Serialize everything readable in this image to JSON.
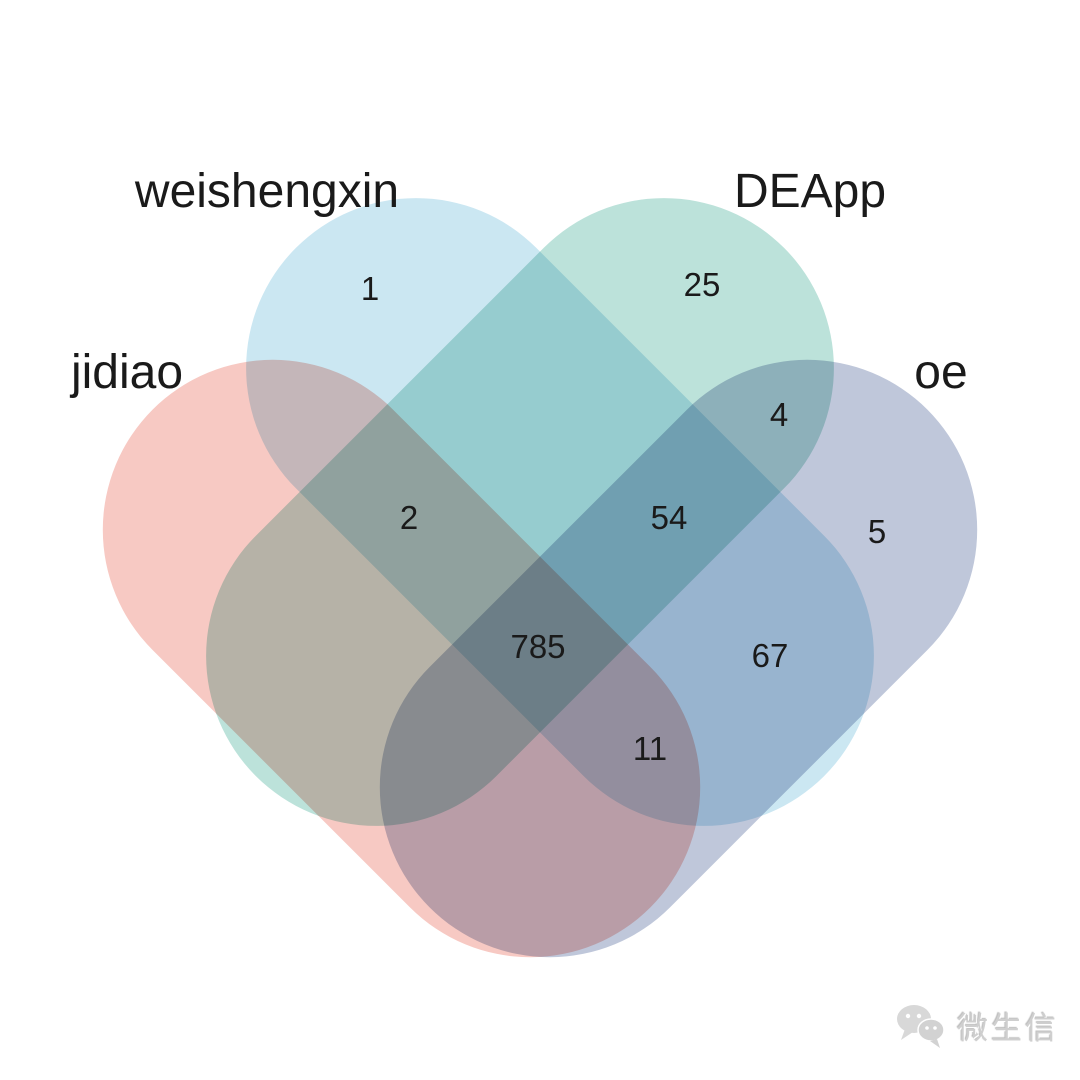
{
  "venn": {
    "background": "#ffffff",
    "label_color": "#1a1a1a",
    "sets": [
      {
        "name": "jidiao",
        "color": "#F7C9C3"
      },
      {
        "name": "weishengxin",
        "color": "#CBE7F2"
      },
      {
        "name": "DEApp",
        "color": "#BCE2DA"
      },
      {
        "name": "oe",
        "color": "#BFC7DA"
      }
    ],
    "regions": [
      {
        "value": "1",
        "sets": [
          "weishengxin"
        ]
      },
      {
        "value": "25",
        "sets": [
          "DEApp"
        ]
      },
      {
        "value": "4",
        "sets": [
          "DEApp",
          "oe"
        ]
      },
      {
        "value": "2",
        "sets": [
          "weishengxin",
          "DEApp",
          "jidiao"
        ]
      },
      {
        "value": "54",
        "sets": [
          "weishengxin",
          "DEApp",
          "oe"
        ]
      },
      {
        "value": "5",
        "sets": [
          "oe"
        ]
      },
      {
        "value": "785",
        "sets": [
          "weishengxin",
          "DEApp",
          "jidiao",
          "oe"
        ]
      },
      {
        "value": "67",
        "sets": [
          "weishengxin",
          "oe"
        ]
      },
      {
        "value": "11",
        "sets": [
          "weishengxin",
          "jidiao",
          "oe"
        ]
      }
    ]
  },
  "chart_data": {
    "type": "venn",
    "title": "",
    "sets": [
      "jidiao",
      "weishengxin",
      "DEApp",
      "oe"
    ],
    "overlap_counts": {
      "weishengxin": 1,
      "DEApp": 25,
      "oe": 5,
      "DEApp&oe": 4,
      "weishengxin&oe": 67,
      "weishengxin&DEApp&jidiao": 2,
      "weishengxin&DEApp&oe": 54,
      "weishengxin&jidiao&oe": 11,
      "weishengxin&DEApp&jidiao&oe": 785
    }
  },
  "watermark": {
    "text": "微生信",
    "color": "#cfcfcf",
    "icon": "wechat-icon"
  }
}
